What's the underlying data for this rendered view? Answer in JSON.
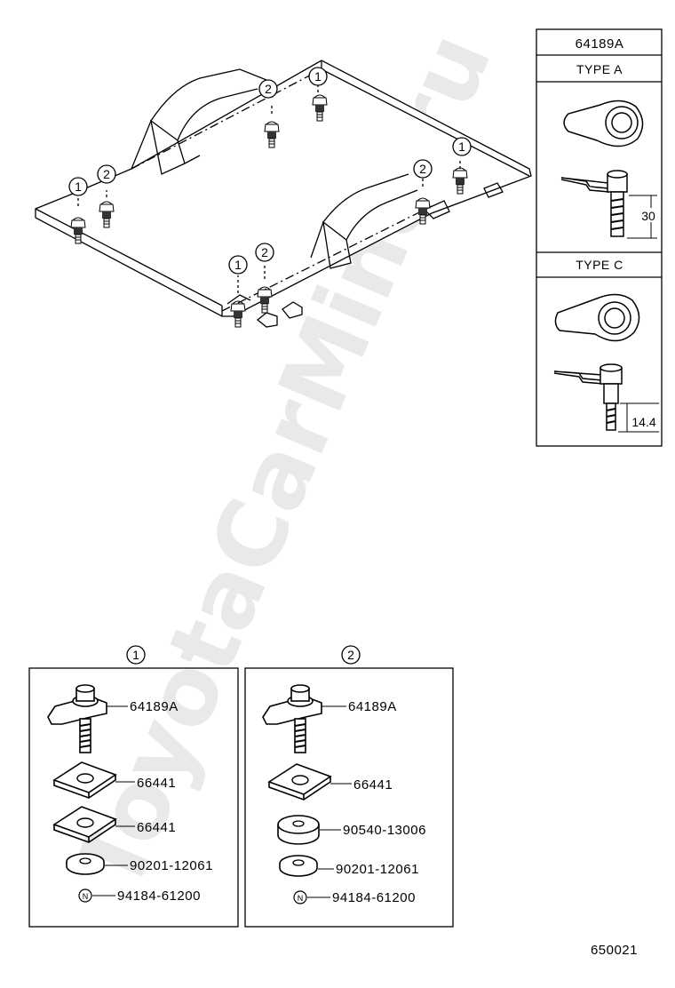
{
  "watermark": "ToyotaCarMine.ru",
  "drawing_number": "650021",
  "inset": {
    "part_number": "64189A",
    "type_a": {
      "label": "TYPE A",
      "dimension": "30"
    },
    "type_c": {
      "label": "TYPE C",
      "dimension": "14.4"
    }
  },
  "callouts": {
    "one": "1",
    "two": "2"
  },
  "assembly_1": {
    "callout": "1",
    "parts": [
      "64189A",
      "66441",
      "66441",
      "90201-12061",
      "94184-61200"
    ],
    "nut_symbol": "N"
  },
  "assembly_2": {
    "callout": "2",
    "parts": [
      "64189A",
      "66441",
      "90540-13006",
      "90201-12061",
      "94184-61200"
    ],
    "nut_symbol": "N"
  }
}
